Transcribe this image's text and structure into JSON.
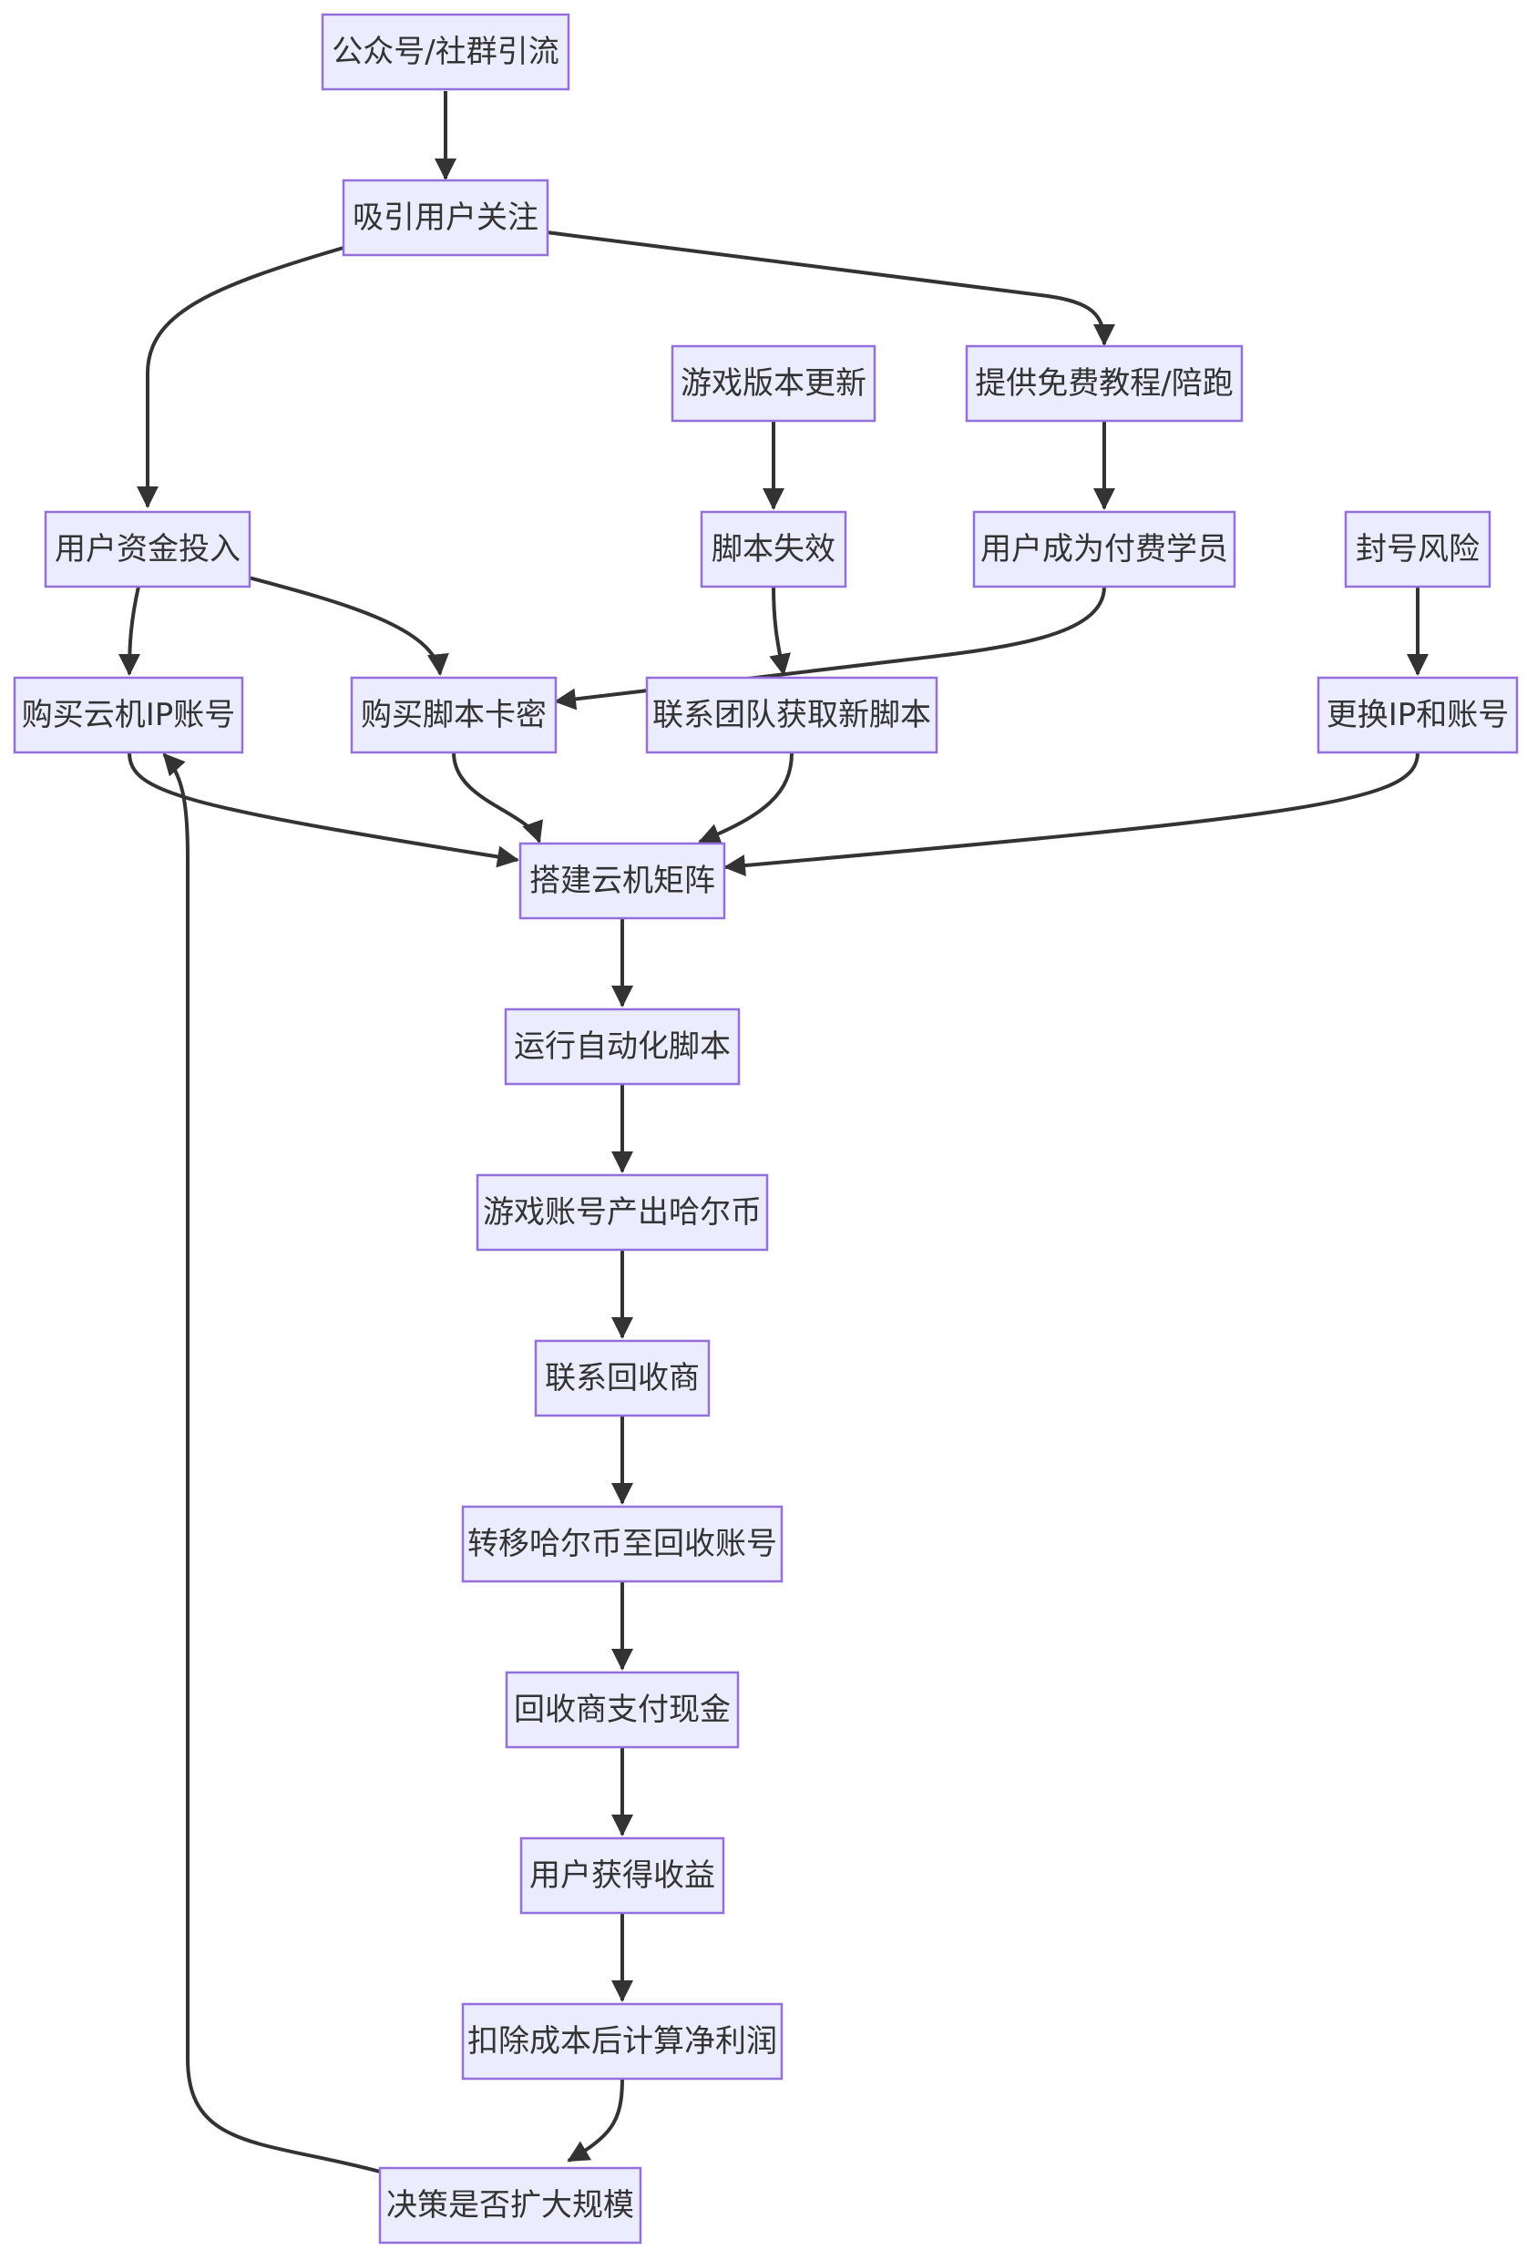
{
  "diagram": {
    "type": "flowchart",
    "direction": "top-down",
    "colors": {
      "node_fill": "#ECECFF",
      "node_border": "#9370DB",
      "edge": "#333333",
      "text": "#333333",
      "background": "#FFFFFF"
    },
    "nodes": {
      "n1": "公众号/社群引流",
      "n2": "吸引用户关注",
      "n3": "游戏版本更新",
      "n4": "提供免费教程/陪跑",
      "n5": "用户资金投入",
      "n6": "脚本失效",
      "n7": "用户成为付费学员",
      "n8": "封号风险",
      "n9": "购买云机IP账号",
      "n10": "购买脚本卡密",
      "n11": "联系团队获取新脚本",
      "n12": "更换IP和账号",
      "n13": "搭建云机矩阵",
      "n14": "运行自动化脚本",
      "n15": "游戏账号产出哈尔币",
      "n16": "联系回收商",
      "n17": "转移哈尔币至回收账号",
      "n18": "回收商支付现金",
      "n19": "用户获得收益",
      "n20": "扣除成本后计算净利润",
      "n21": "决策是否扩大规模"
    },
    "edges": [
      {
        "from": "n1",
        "to": "n2"
      },
      {
        "from": "n2",
        "to": "n5"
      },
      {
        "from": "n2",
        "to": "n4"
      },
      {
        "from": "n3",
        "to": "n6"
      },
      {
        "from": "n4",
        "to": "n7"
      },
      {
        "from": "n5",
        "to": "n9"
      },
      {
        "from": "n5",
        "to": "n10"
      },
      {
        "from": "n6",
        "to": "n11"
      },
      {
        "from": "n7",
        "to": "n10"
      },
      {
        "from": "n8",
        "to": "n12"
      },
      {
        "from": "n9",
        "to": "n13"
      },
      {
        "from": "n10",
        "to": "n13"
      },
      {
        "from": "n11",
        "to": "n13"
      },
      {
        "from": "n12",
        "to": "n13"
      },
      {
        "from": "n13",
        "to": "n14"
      },
      {
        "from": "n14",
        "to": "n15"
      },
      {
        "from": "n15",
        "to": "n16"
      },
      {
        "from": "n16",
        "to": "n17"
      },
      {
        "from": "n17",
        "to": "n18"
      },
      {
        "from": "n18",
        "to": "n19"
      },
      {
        "from": "n19",
        "to": "n20"
      },
      {
        "from": "n20",
        "to": "n21"
      },
      {
        "from": "n21",
        "to": "n9"
      }
    ]
  }
}
